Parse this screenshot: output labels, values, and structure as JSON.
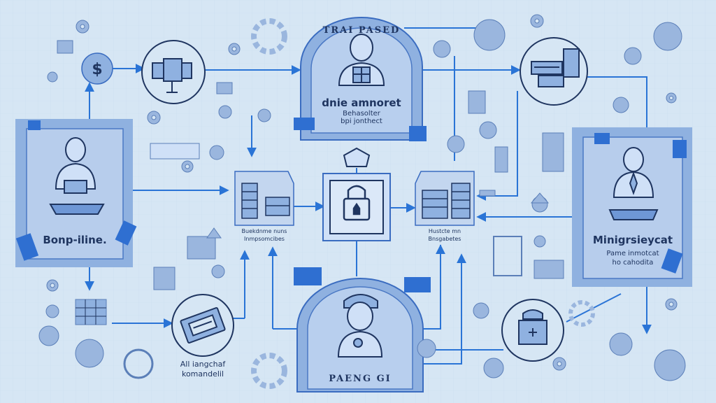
{
  "nodes": {
    "top": {
      "arc_label": "TRAI PASED",
      "title": "dnie amnoret",
      "subtitle_1": "Behasolter",
      "subtitle_2": "bpi jonthect"
    },
    "left": {
      "title": "Bonp-iline."
    },
    "right": {
      "title": "Minigrsieycat",
      "subtitle_1": "Pame inmotcat",
      "subtitle_2": "ho cahodita"
    },
    "bottom": {
      "arc_label": "PAENG GI"
    },
    "left_server": {
      "caption_1": "Buekdnme nuns",
      "caption_2": "Inmpsomcibes"
    },
    "right_server": {
      "caption_1": "Hustcte mn",
      "caption_2": "Bnsgabetes"
    },
    "bottom_left": {
      "caption_1": "All iangchaf",
      "caption_2": "komandelil"
    }
  },
  "icons": {
    "center": "lock-icon",
    "top_person": "person-with-gift-icon",
    "left_person": "person-at-desk-icon",
    "right_person": "person-with-tie-icon",
    "bottom_person": "person-with-cap-icon",
    "money": "dollar-icon",
    "crane": "robot-arm-icon",
    "shop": "cash-register-icon",
    "safe": "safe-box-icon",
    "scale": "balance-icon"
  },
  "colors": {
    "background": "#d6e6f4",
    "panel": "#8fb1e0",
    "accent": "#2f6fd1",
    "line": "#2a74d6",
    "ink": "#1f3560"
  }
}
